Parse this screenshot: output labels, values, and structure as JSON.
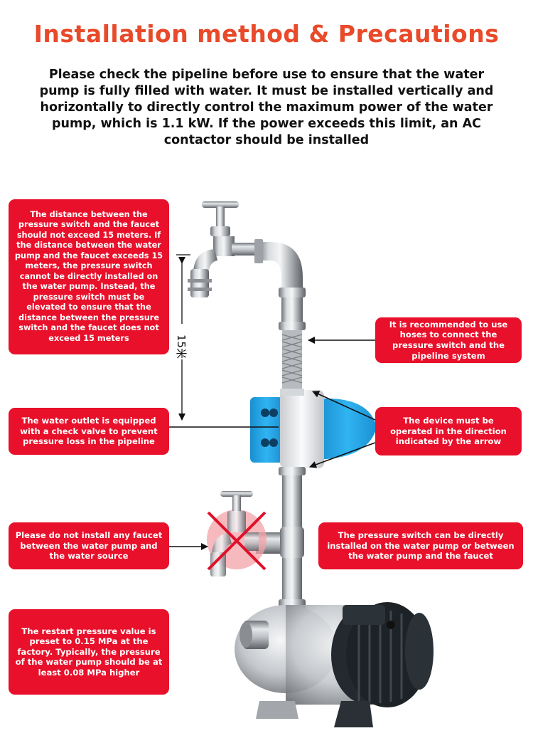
{
  "title": "Installation method & Precautions",
  "intro": "Please check the pipeline before use to ensure that the water pump is fully filled with water. It must be installed vertically and horizontally to directly control the maximum power of the water pump, which is 1.1 kW. If the power exceeds this limit, an AC contactor should be installed",
  "dimension_label": "15米",
  "notes": {
    "distance": "The distance between the pressure switch and the faucet should not exceed 15 meters. If the distance between the water pump and the faucet exceeds 15 meters, the pressure switch cannot be directly installed on the water pump. Instead, the pressure switch must be elevated to ensure that the distance between the pressure switch and the faucet does not exceed 15 meters",
    "hoses": "It is recommended to use hoses to connect the pressure switch and the pipeline system",
    "check_valve": "The water outlet is equipped with a check valve to prevent pressure loss in the pipeline",
    "direction": "The device must be operated in the direction indicated by the arrow",
    "no_faucet": "Please do not install any faucet between the water pump and the water source",
    "direct_install": "The pressure switch can be directly installed on the water pump or between the water pump and the faucet",
    "restart": "The restart pressure value is preset to 0.15 MPa at the factory. Typically, the pressure of the water pump should be at least 0.08 MPa higher"
  },
  "colors": {
    "title": "#e84a2a",
    "note_bg": "#e8102a",
    "switch_blue": "#1fa3e6",
    "forbidden_x": "#e0102a"
  }
}
